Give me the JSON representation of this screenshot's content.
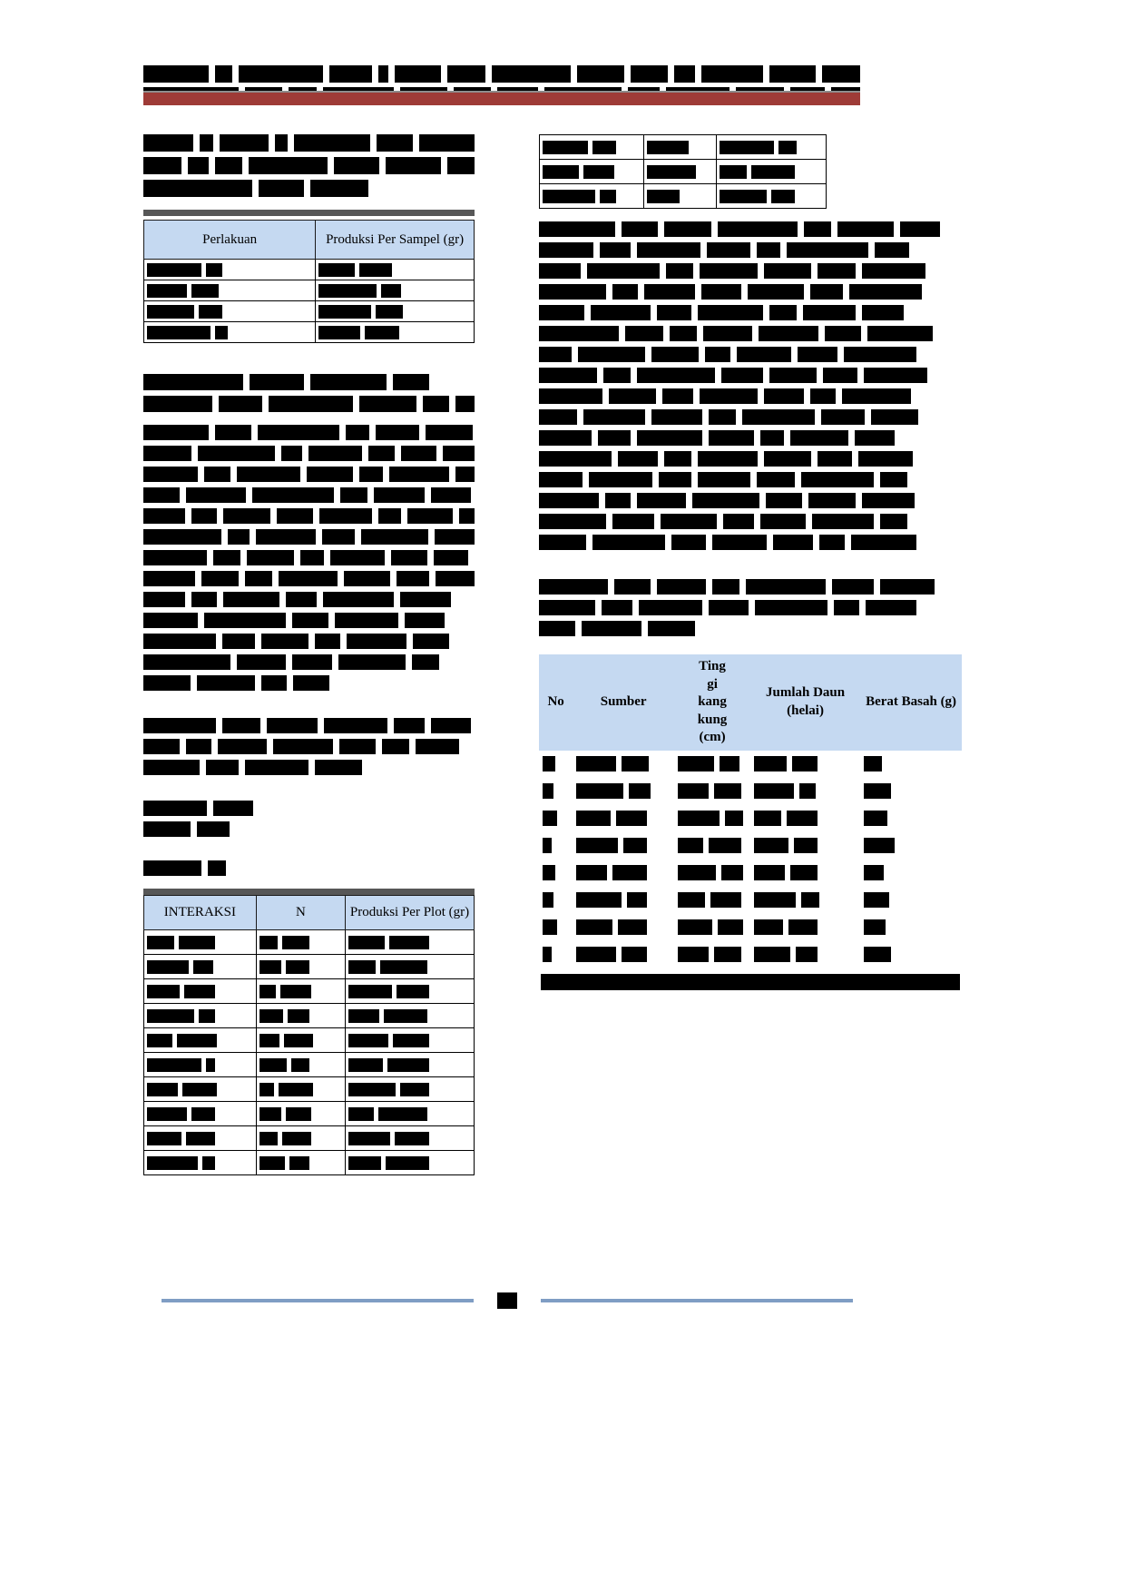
{
  "document": {
    "type": "redacted-academic-paper-page",
    "language_hint": "Indonesian",
    "accent_color": "#9e3b37",
    "table_header_color": "#c5d9f1",
    "footer_rule_color": "#7f9dc4"
  },
  "tables": {
    "table_produksi_per_sampel": {
      "headers": [
        "Perlakuan",
        "Produksi Per Sampel (gr)"
      ],
      "row_count": 4,
      "col_widths": [
        "52%",
        "48%"
      ]
    },
    "table_interaksi": {
      "headers": [
        "INTERAKSI",
        "N",
        "Produksi Per Plot (gr)"
      ],
      "row_count": 10,
      "col_widths": [
        "34%",
        "27%",
        "39%"
      ]
    },
    "table_pengamatan": {
      "headers": [
        "No",
        "Sumber",
        "Tinggi kangkung (cm)",
        "Jumlah Daun (helai)",
        "Berat Basah (g)"
      ],
      "row_count": 8,
      "col_widths": [
        "8%",
        "24%",
        "18%",
        "26%",
        "24%"
      ]
    }
  },
  "redactions": {
    "title_lines": [
      [
        92,
        24,
        118,
        60,
        14,
        64,
        54,
        110,
        66,
        52,
        30,
        86,
        64,
        54
      ],
      [
        120,
        46,
        36,
        88,
        60,
        46,
        52,
        96,
        40,
        80,
        60,
        44,
        36
      ]
    ],
    "left_col": {
      "heading": [
        [
          60,
          16,
          58,
          16,
          90,
          44,
          66
        ],
        [
          42,
          24,
          30,
          88,
          50,
          62,
          30
        ],
        [
          120,
          50,
          64
        ]
      ],
      "para2_heading": [
        [
          110,
          60,
          84,
          40
        ],
        [
          78,
          50,
          96,
          64,
          30,
          22
        ]
      ],
      "para2": [
        [
          72,
          40,
          90,
          26,
          48,
          52
        ],
        [
          54,
          88,
          24,
          60,
          30,
          40,
          36
        ],
        [
          64,
          30,
          74,
          54,
          28,
          70,
          22
        ],
        [
          40,
          66,
          90,
          30,
          56,
          44
        ],
        [
          50,
          30,
          56,
          44,
          62,
          28,
          54,
          18
        ],
        [
          86,
          24,
          66,
          36,
          74,
          44
        ],
        [
          70,
          30,
          52,
          26,
          60,
          40,
          38
        ],
        [
          58,
          42,
          30,
          66,
          52,
          36,
          44
        ],
        [
          46,
          28,
          62,
          34,
          78,
          56
        ],
        [
          60,
          90,
          40,
          70,
          44
        ],
        [
          80,
          36,
          52,
          28,
          66,
          40
        ],
        [
          96,
          54,
          44,
          74,
          30
        ],
        [
          52,
          64,
          28,
          40
        ]
      ],
      "para3": [
        [
          80,
          42,
          56,
          70,
          34,
          44
        ],
        [
          40,
          28,
          54,
          66,
          40,
          30,
          48
        ],
        [
          62,
          36,
          70,
          52
        ]
      ],
      "stub": [
        [
          70,
          44
        ],
        [
          52,
          36
        ]
      ],
      "pretable": [
        [
          64,
          20
        ]
      ]
    },
    "right_col": {
      "topgrid_rows": 3,
      "para1": [
        [
          84,
          40,
          52,
          88,
          30,
          62,
          44
        ],
        [
          60,
          34,
          70,
          48,
          26,
          90,
          38
        ],
        [
          46,
          80,
          30,
          64,
          52,
          42,
          70
        ],
        [
          74,
          28,
          56,
          44,
          62,
          36,
          80
        ],
        [
          50,
          66,
          38,
          72,
          30,
          58,
          46
        ],
        [
          88,
          42,
          30,
          54,
          66,
          40,
          72
        ],
        [
          36,
          74,
          52,
          28,
          60,
          44,
          80
        ],
        [
          64,
          30,
          86,
          46,
          52,
          38,
          70
        ],
        [
          70,
          52,
          34,
          64,
          44,
          28,
          76
        ],
        [
          42,
          68,
          56,
          30,
          80,
          48,
          52
        ],
        [
          58,
          36,
          72,
          50,
          26,
          64,
          44
        ],
        [
          80,
          44,
          30,
          66,
          52,
          38,
          60
        ],
        [
          48,
          70,
          36,
          58,
          42,
          80,
          30
        ],
        [
          66,
          28,
          54,
          74,
          40,
          52,
          58
        ],
        [
          74,
          46,
          62,
          34,
          50,
          68,
          30
        ],
        [
          52,
          80,
          38,
          60,
          44,
          28,
          72
        ]
      ],
      "para2": [
        [
          76,
          40,
          54,
          30,
          88,
          46,
          60
        ],
        [
          62,
          34,
          70,
          44,
          80,
          28,
          56
        ],
        [
          40,
          66,
          52
        ]
      ]
    },
    "table_cells": {
      "t1": [
        [
          [
            60,
            18
          ],
          [
            40,
            36
          ]
        ],
        [
          [
            44,
            30
          ],
          [
            64,
            22
          ]
        ],
        [
          [
            52,
            26
          ],
          [
            58,
            30
          ]
        ],
        [
          [
            70,
            14
          ],
          [
            46,
            38
          ]
        ]
      ],
      "t3": [
        [
          [
            30,
            40
          ],
          [
            20,
            30
          ],
          [
            40,
            44
          ]
        ],
        [
          [
            46,
            22
          ],
          [
            24,
            26
          ],
          [
            30,
            52
          ]
        ],
        [
          [
            36,
            34
          ],
          [
            18,
            34
          ],
          [
            48,
            36
          ]
        ],
        [
          [
            52,
            18
          ],
          [
            26,
            24
          ],
          [
            34,
            48
          ]
        ],
        [
          [
            28,
            44
          ],
          [
            22,
            32
          ],
          [
            44,
            40
          ]
        ],
        [
          [
            60,
            10
          ],
          [
            30,
            20
          ],
          [
            38,
            46
          ]
        ],
        [
          [
            34,
            38
          ],
          [
            16,
            38
          ],
          [
            52,
            32
          ]
        ],
        [
          [
            44,
            26
          ],
          [
            24,
            28
          ],
          [
            28,
            54
          ]
        ],
        [
          [
            38,
            32
          ],
          [
            20,
            32
          ],
          [
            46,
            38
          ]
        ],
        [
          [
            56,
            14
          ],
          [
            28,
            22
          ],
          [
            36,
            48
          ]
        ]
      ],
      "t4": [
        [
          [
            14
          ],
          [
            44,
            30
          ],
          [
            40,
            22
          ],
          [
            36,
            28
          ],
          [
            20
          ]
        ],
        [
          [
            12
          ],
          [
            52,
            24
          ],
          [
            34,
            30
          ],
          [
            44,
            18
          ],
          [
            30
          ]
        ],
        [
          [
            16
          ],
          [
            38,
            34
          ],
          [
            46,
            20
          ],
          [
            30,
            34
          ],
          [
            26
          ]
        ],
        [
          [
            10
          ],
          [
            46,
            26
          ],
          [
            28,
            36
          ],
          [
            38,
            26
          ],
          [
            34
          ]
        ],
        [
          [
            14
          ],
          [
            34,
            38
          ],
          [
            42,
            24
          ],
          [
            34,
            30
          ],
          [
            22
          ]
        ],
        [
          [
            12
          ],
          [
            50,
            22
          ],
          [
            30,
            34
          ],
          [
            46,
            20
          ],
          [
            28
          ]
        ],
        [
          [
            16
          ],
          [
            40,
            32
          ],
          [
            38,
            28
          ],
          [
            32,
            32
          ],
          [
            24
          ]
        ],
        [
          [
            10
          ],
          [
            44,
            28
          ],
          [
            34,
            30
          ],
          [
            40,
            24
          ],
          [
            30
          ]
        ]
      ]
    }
  }
}
